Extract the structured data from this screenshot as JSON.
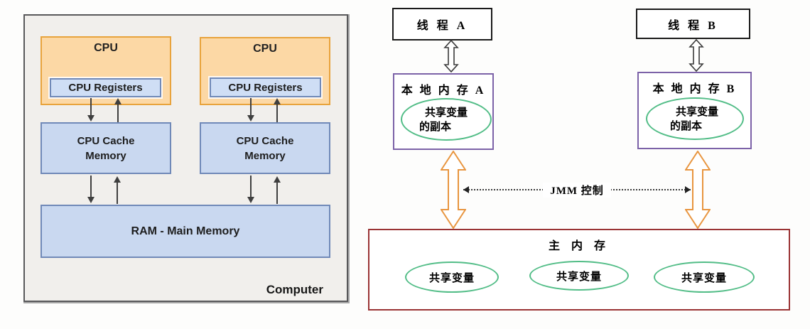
{
  "computer_diagram": {
    "title": "Computer",
    "cpus": [
      {
        "label": "CPU",
        "registers": "CPU Registers",
        "cache": "CPU Cache Memory"
      },
      {
        "label": "CPU",
        "registers": "CPU Registers",
        "cache": "CPU Cache Memory"
      }
    ],
    "ram": "RAM - Main Memory",
    "colors": {
      "cpu_fill": "#fcd8a5",
      "cpu_border": "#e8a33c",
      "memory_fill": "#c9d8f0",
      "memory_border": "#7089b8",
      "panel_background": "#f1efec",
      "panel_border": "#58585a",
      "arrow": "#3f3f3f"
    }
  },
  "jmm_diagram": {
    "thread_a": "线 程 A",
    "thread_b": "线 程 B",
    "local_memory_a": "本 地 内 存 A",
    "local_memory_b": "本 地 内 存 B",
    "copy_line1": "共享变量",
    "copy_line2": "的副本",
    "jmm_control": "JMM 控制",
    "main_memory": "主 内 存",
    "shared_variables": [
      "共享变量",
      "共享变量",
      "共享变量"
    ],
    "colors": {
      "thread_border": "#1a1a1a",
      "local_border": "#7c62a8",
      "main_border": "#9a3334",
      "ellipse_border": "#52bd87",
      "sync_arrow": "#e8953f",
      "jmm_line": "#3c3c3c"
    }
  }
}
